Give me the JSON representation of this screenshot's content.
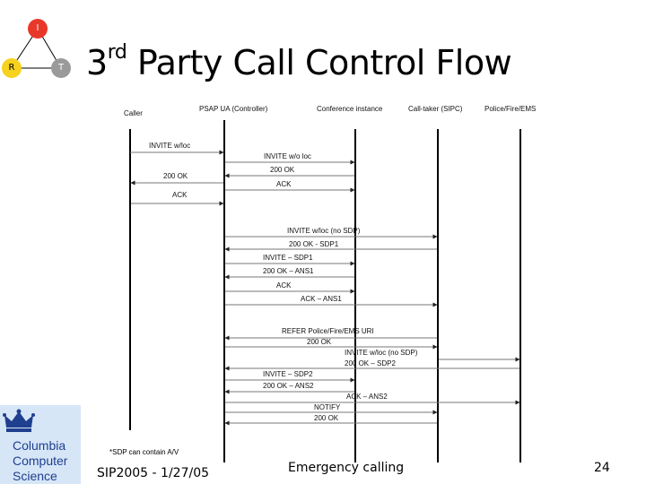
{
  "logo": {
    "letters": {
      "top": "I",
      "left": "R",
      "right": "T"
    },
    "colors": {
      "top": "#e8382a",
      "left": "#f6d11e",
      "right": "#9a9a9a"
    }
  },
  "slide": {
    "title_main": "Party Call Control Flow",
    "title_num": "3",
    "title_sup": "rd"
  },
  "diagram": {
    "lanes": [
      "Caller",
      "PSAP UA (Controller)",
      "Conference instance",
      "Call-taker (SIPC)",
      "Police/Fire/EMS"
    ],
    "messages": [
      "INVITE w/loc",
      "INVITE w/o loc",
      "200 OK",
      "200 OK",
      "ACK",
      "ACK",
      "INVITE w/loc (no SDP)",
      "200 OK - SDP1",
      "INVITE – SDP1",
      "200 OK – ANS1",
      "ACK",
      "ACK – ANS1",
      "REFER   Police/Fire/EMS URI",
      "200 OK",
      "INVITE w/loc (no SDP)",
      "200 OK – SDP2",
      "INVITE – SDP2",
      "200 OK – ANS2",
      "ACK – ANS2",
      "NOTIFY",
      "200 OK"
    ],
    "note": "*SDP can contain A/V"
  },
  "branding": {
    "line1": "Columbia",
    "line2": "Computer",
    "line3": "Science"
  },
  "footer": {
    "left": "SIP2005 - 1/27/05",
    "center": "Emergency calling",
    "page": "24"
  }
}
